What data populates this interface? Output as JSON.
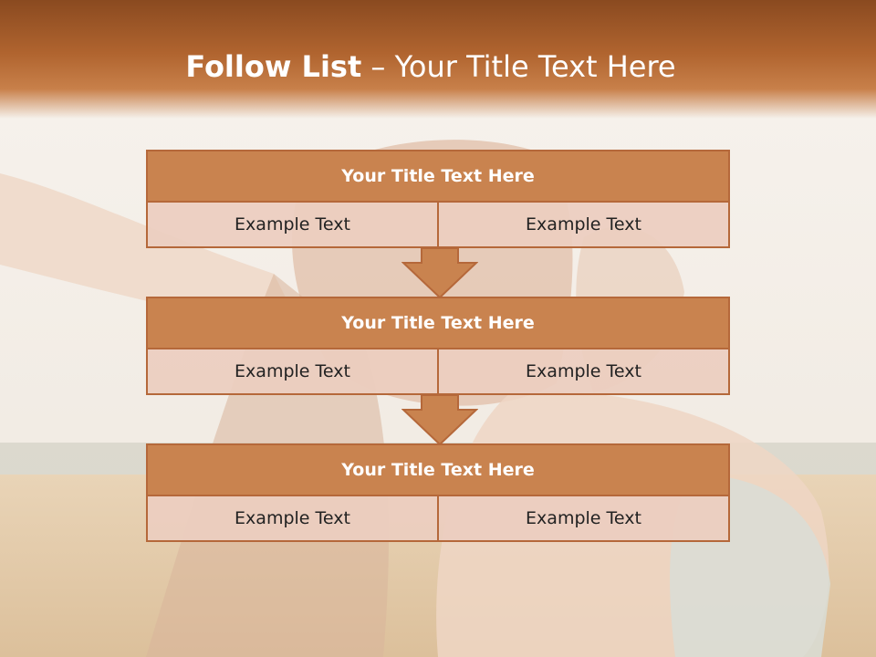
{
  "slide": {
    "title_bold": "Follow List",
    "title_rest": "– Your Title Text Here"
  },
  "blocks": [
    {
      "title": "Your Title Text Here",
      "left": "Example Text",
      "right": "Example Text"
    },
    {
      "title": "Your Title Text Here",
      "left": "Example Text",
      "right": "Example Text"
    },
    {
      "title": "Your Title Text Here",
      "left": "Example Text",
      "right": "Example Text"
    }
  ],
  "colors": {
    "accent": "#c9834f",
    "border": "#b5683a",
    "cell": "#ecd0c0",
    "header": "#a0582a"
  }
}
